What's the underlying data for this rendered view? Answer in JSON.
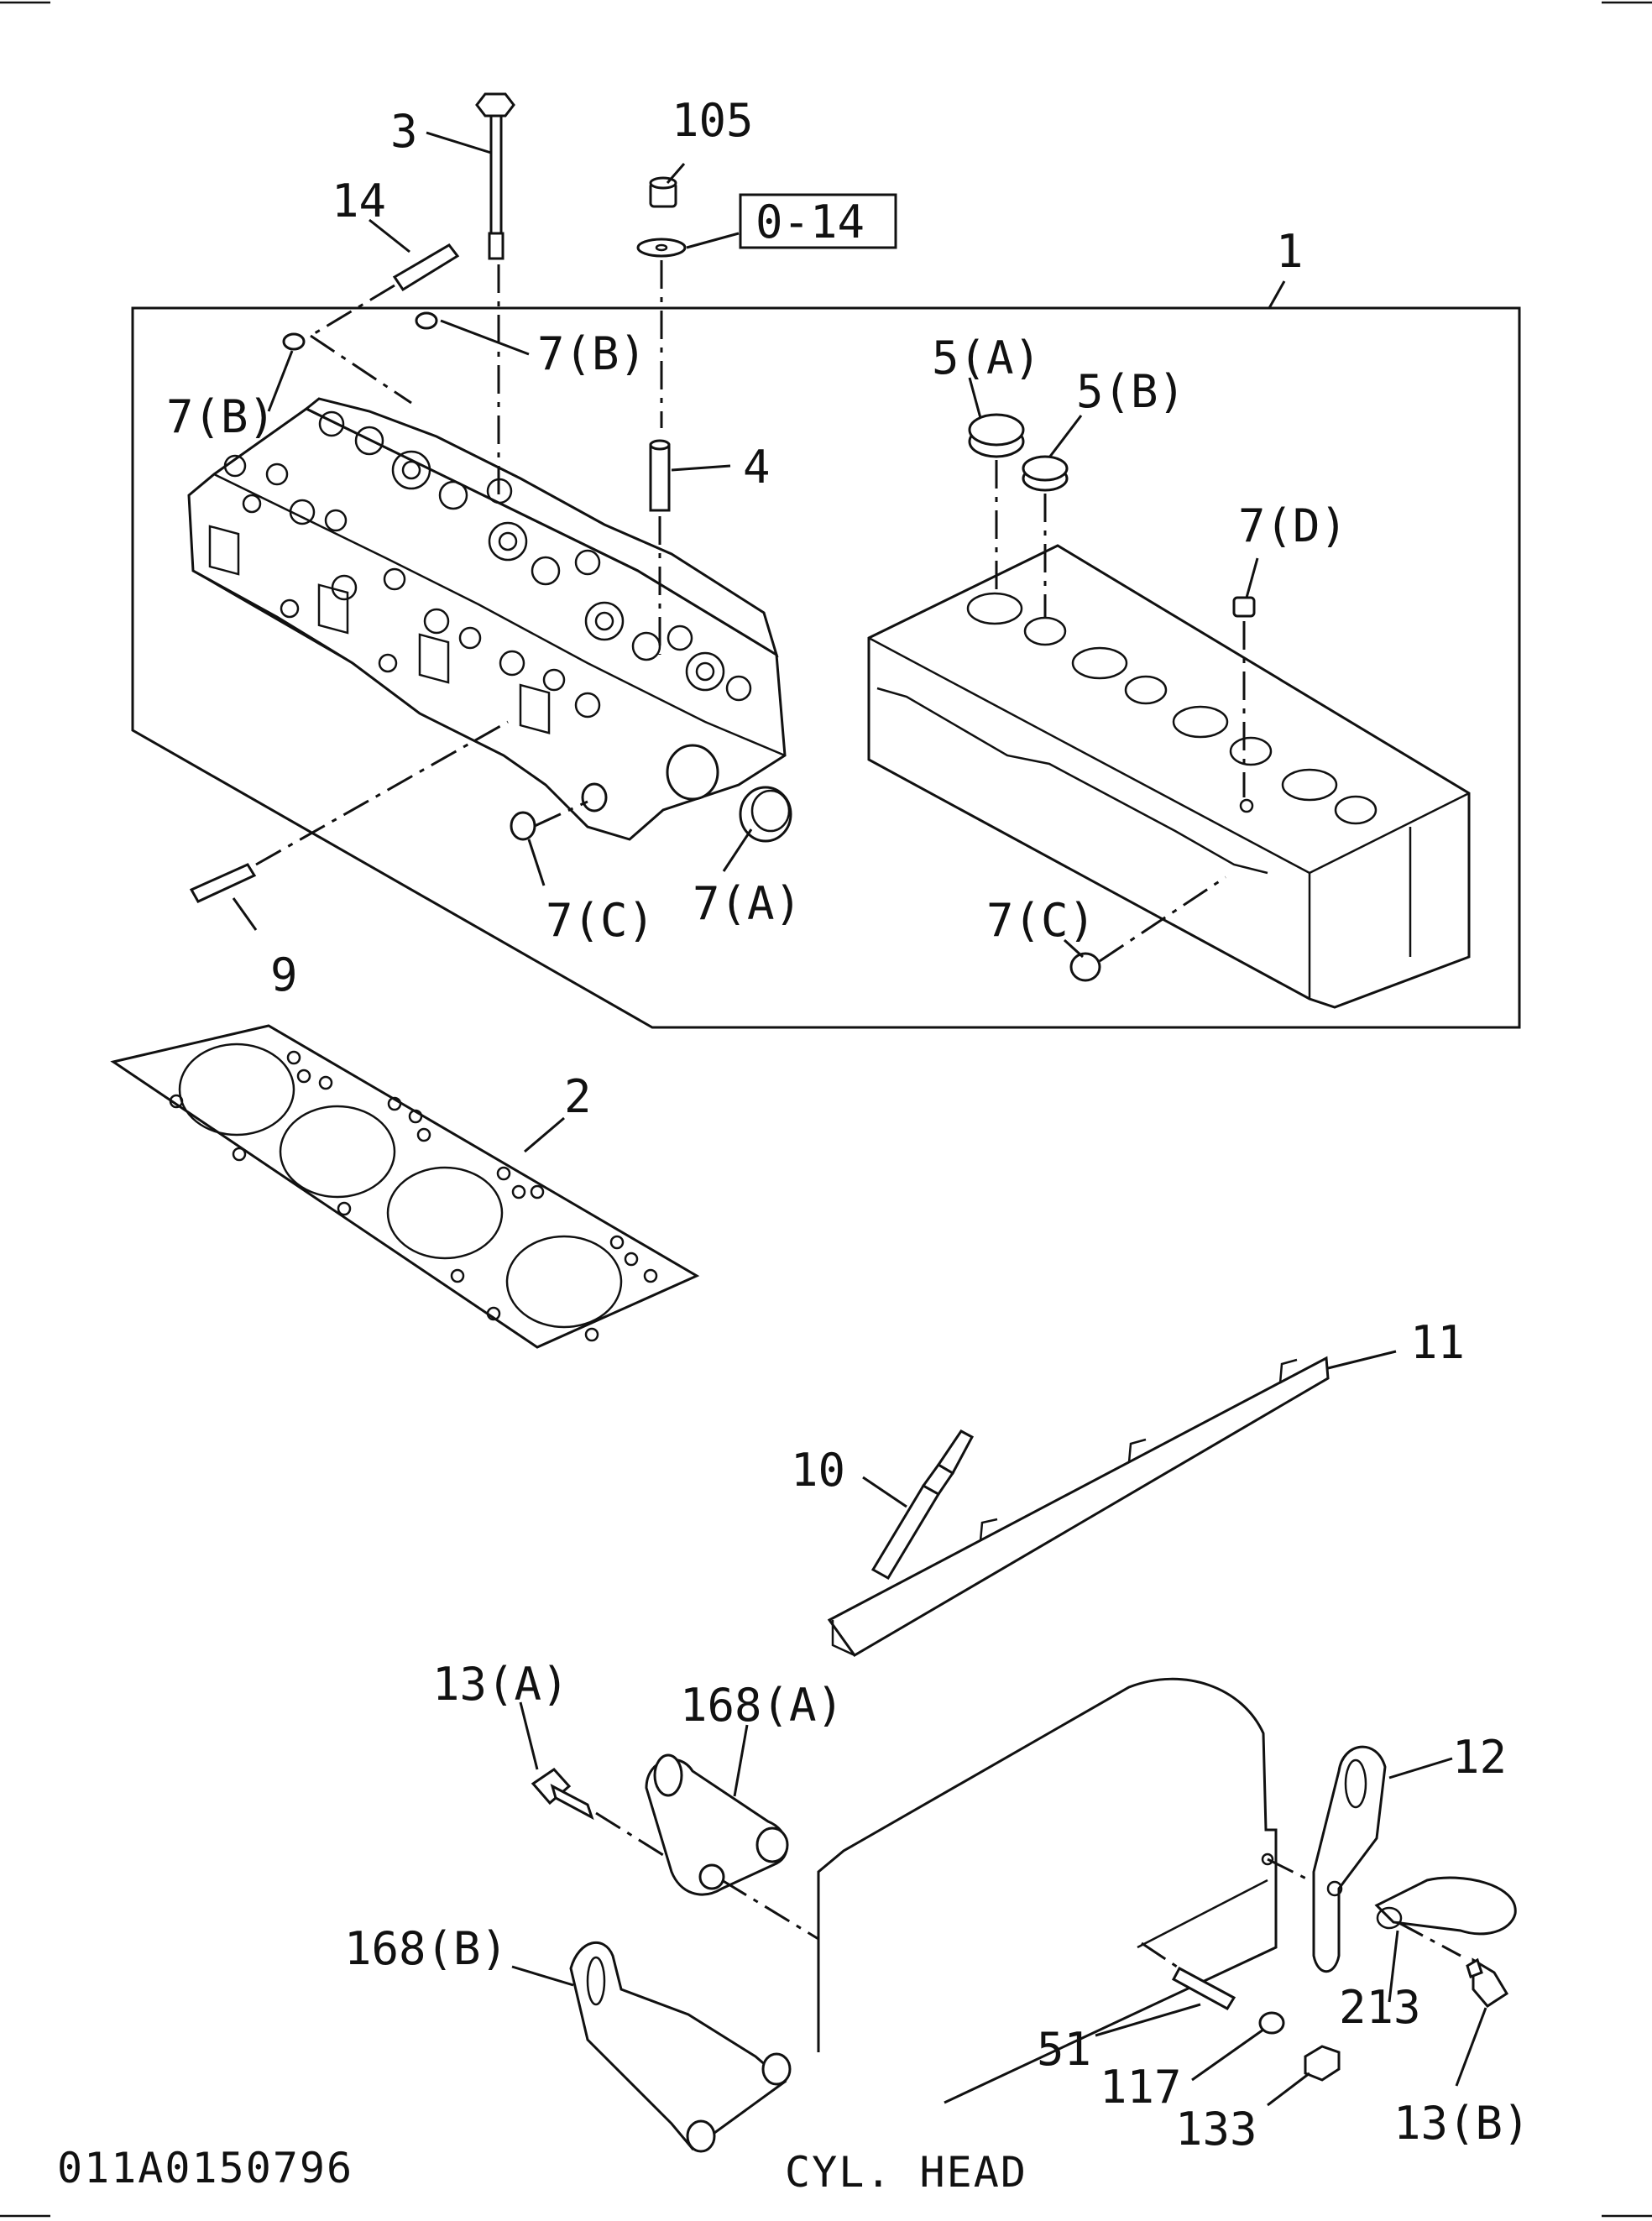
{
  "diagram": {
    "drawing_number": "011A0150796",
    "section_title": "CYL. HEAD",
    "reference_box": "0-14",
    "callouts": {
      "c1": "1",
      "c2": "2",
      "c3": "3",
      "c4": "4",
      "c5a": "5(A)",
      "c5b": "5(B)",
      "c7a": "7(A)",
      "c7b_top": "7(B)",
      "c7b_left": "7(B)",
      "c7c_left": "7(C)",
      "c7c_right": "7(C)",
      "c7d": "7(D)",
      "c9": "9",
      "c10": "10",
      "c11": "11",
      "c12": "12",
      "c13a": "13(A)",
      "c13b": "13(B)",
      "c14": "14",
      "c51": "51",
      "c105": "105",
      "c117": "117",
      "c133": "133",
      "c168a": "168(A)",
      "c168b": "168(B)",
      "c213": "213"
    }
  }
}
